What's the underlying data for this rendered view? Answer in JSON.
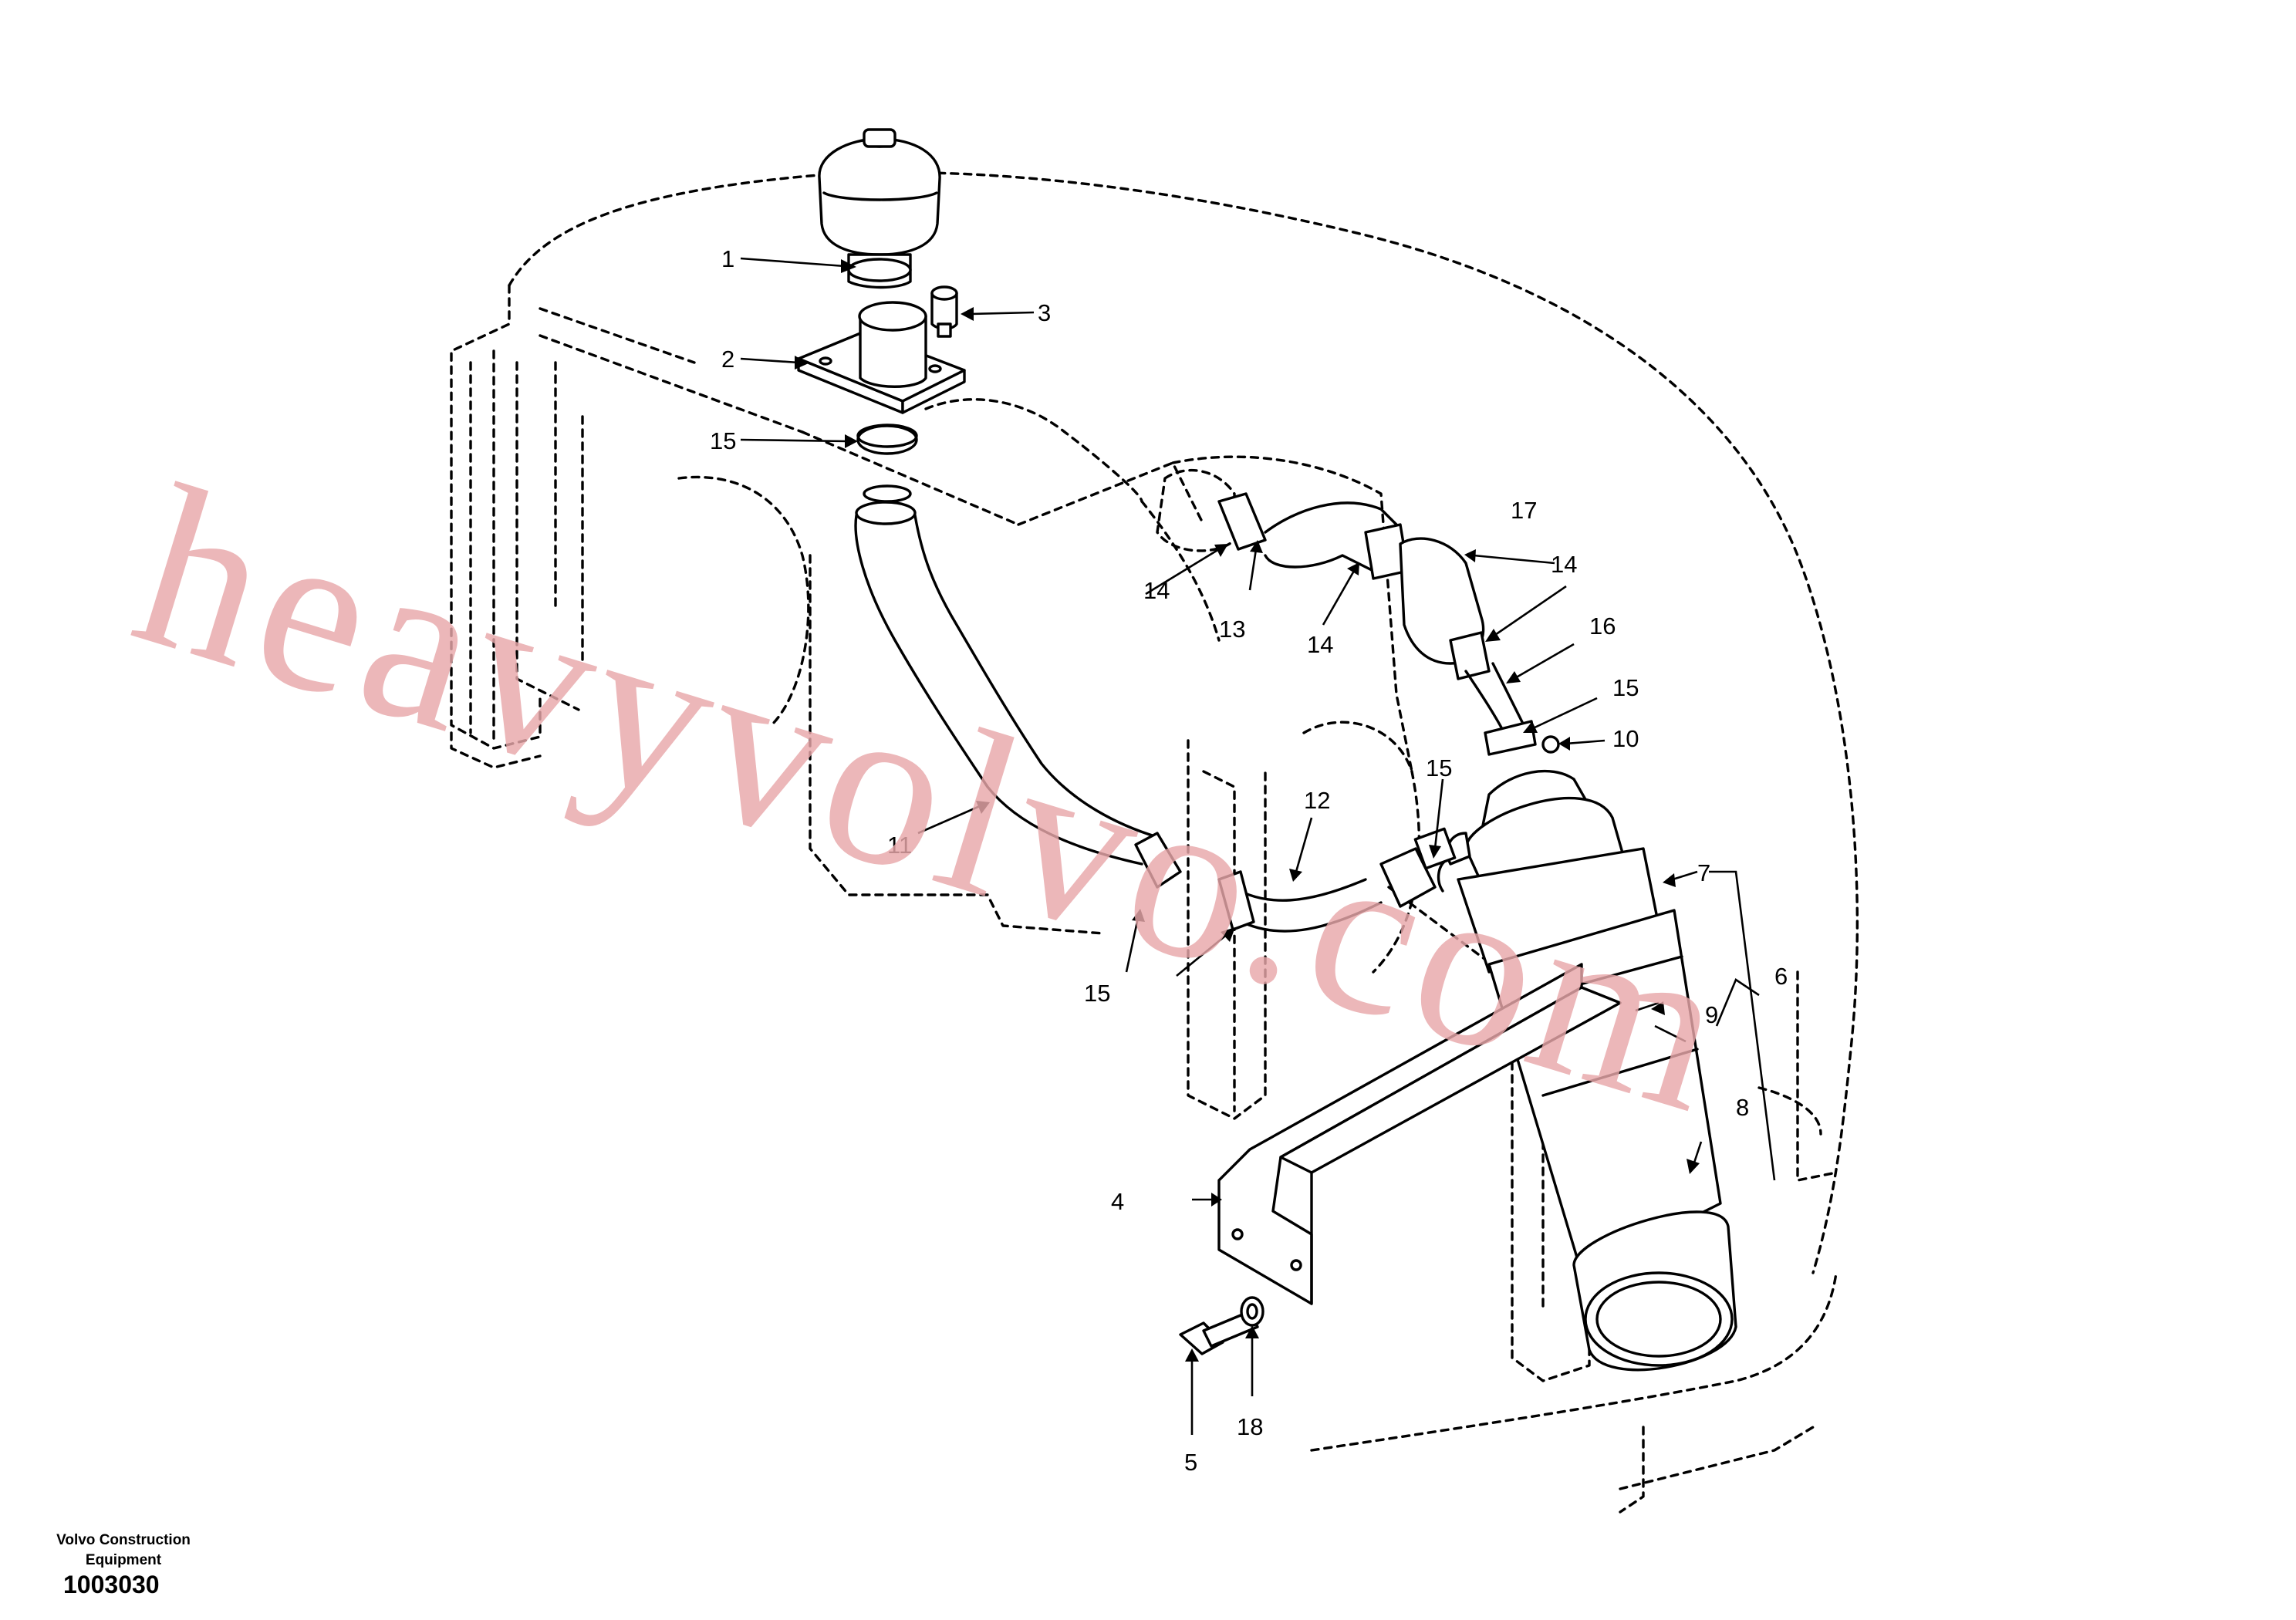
{
  "diagram": {
    "company": "Volvo Construction\nEquipment",
    "figure_code": "1003030",
    "watermark": "heavyvolvo.com"
  },
  "labels": {
    "p1": "1",
    "p2": "2",
    "p3": "3",
    "p4": "4",
    "p5": "5",
    "p6": "6",
    "p7": "7",
    "p8": "8",
    "p9": "9",
    "p10": "10",
    "p11": "11",
    "p12": "12",
    "p13": "13",
    "p14a": "14",
    "p14b": "14",
    "p14c": "14",
    "p15a": "15",
    "p15b": "15",
    "p15c": "15",
    "p15d": "15",
    "p16": "16",
    "p17": "17",
    "p18": "18"
  },
  "colors": {
    "ink": "#000000",
    "watermark": "#e8a7aa",
    "background": "#ffffff"
  }
}
